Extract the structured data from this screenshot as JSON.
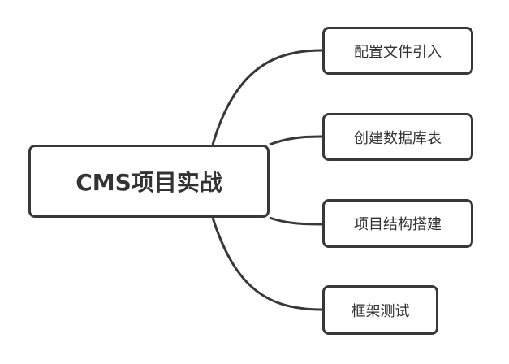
{
  "root": {
    "label": "CMS项目实战"
  },
  "children": [
    {
      "label": "配置文件引入"
    },
    {
      "label": "创建数据库表"
    },
    {
      "label": "项目结构搭建"
    },
    {
      "label": "框架测试"
    }
  ],
  "colors": {
    "border": "#383838",
    "connector": "#383838",
    "text": "#333333",
    "background": "#ffffff"
  }
}
